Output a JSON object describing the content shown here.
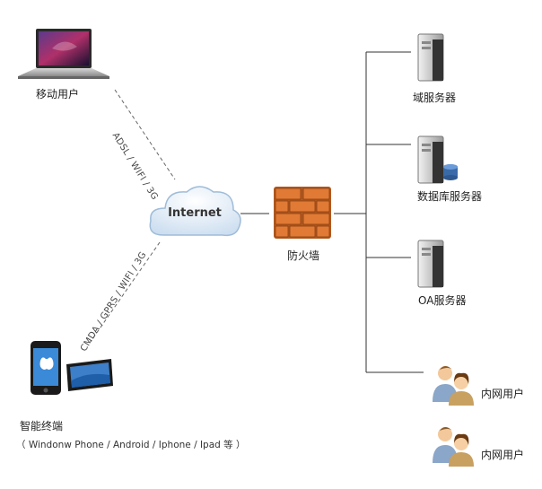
{
  "nodes": {
    "mobile_user": "移动用户",
    "internet": "Internet",
    "firewall": "防火墙",
    "domain_server": "域服务器",
    "db_server": "数据库服务器",
    "oa_server": "OA服务器",
    "intranet_user_1": "内网用户",
    "intranet_user_2": "内网用户",
    "smart_terminal": "智能终端",
    "smart_terminal_detail": "（ Windonw Phone / Android / Iphone / Ipad 等 ）"
  },
  "links": {
    "mobile_link": "ADSL / WIFI / 3G",
    "terminal_link": "CMDA / GPRS / WIFI / 3G"
  },
  "colors": {
    "line": "#333333",
    "dashed": "#555555",
    "cloud_text": "#333333",
    "brick": "#c8682a"
  }
}
